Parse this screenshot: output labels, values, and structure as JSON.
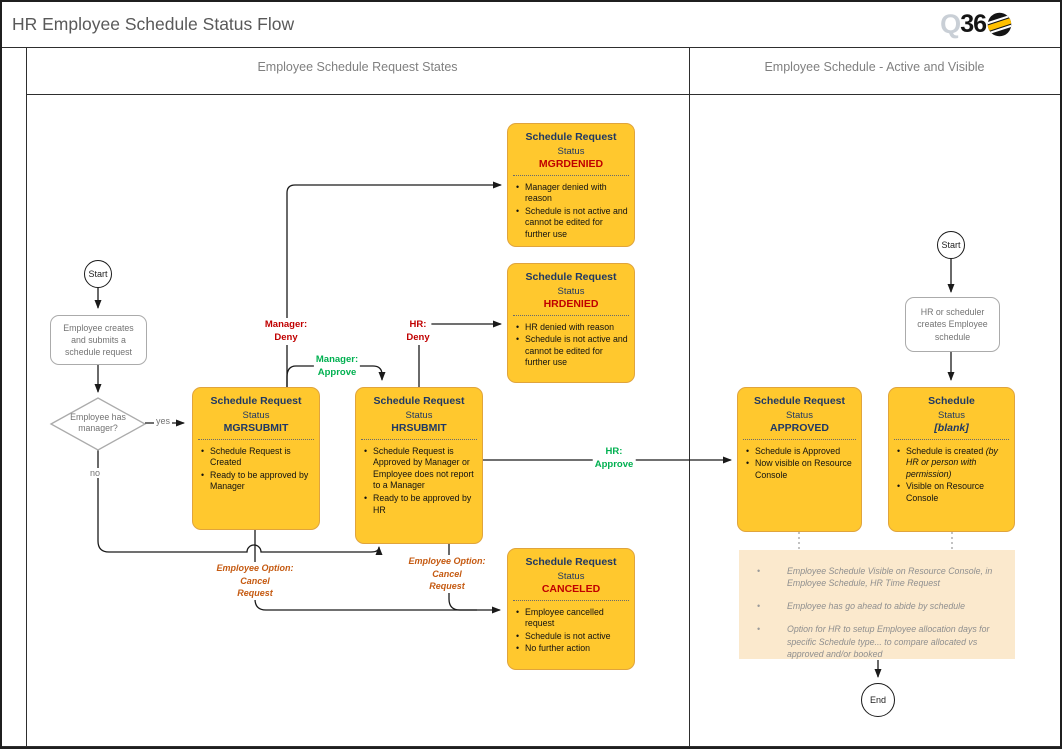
{
  "title": "HR Employee Schedule Status Flow",
  "logo": {
    "q": "Q",
    "num": "36"
  },
  "lanes": [
    {
      "label": "Employee Schedule Request States"
    },
    {
      "label": "Employee Schedule - Active and Visible"
    }
  ],
  "colors": {
    "box_fill": "#FFC82E",
    "box_border": "#E0A43C",
    "status_navy": "#1F3864",
    "status_red": "#C00000",
    "approve_green": "#00B050",
    "cancel_orange": "#C55A11",
    "note_fill": "#FBE9CD",
    "gray_text": "#737373",
    "lane_header_gray": "#808080",
    "title_gray": "#595959"
  },
  "flow": {
    "start1": "Start",
    "proc1": "Employee creates and submits a schedule request",
    "decision": {
      "line1": "Employee has",
      "line2": "manager?"
    },
    "yes": "yes",
    "no": "no",
    "start2": "Start",
    "proc2": "HR or scheduler creates Employee schedule",
    "end": "End"
  },
  "nodes": {
    "mgrdenied": {
      "title": "Schedule Request",
      "status_label": "Status",
      "status": "MGRDENIED",
      "bullets": [
        "Manager denied with reason",
        "Schedule is not active and cannot be edited for further use"
      ]
    },
    "hrdenied": {
      "title": "Schedule Request",
      "status_label": "Status",
      "status": "HRDENIED",
      "bullets": [
        "HR denied with reason",
        "Schedule is not active and cannot be edited for further use"
      ]
    },
    "mgrsubmit": {
      "title": "Schedule Request",
      "status_label": "Status",
      "status": "MGRSUBMIT",
      "bullets": [
        "Schedule Request is Created",
        "Ready to be approved by Manager"
      ]
    },
    "hrsubmit": {
      "title": "Schedule Request",
      "status_label": "Status",
      "status": "HRSUBMIT",
      "bullets": [
        "Schedule Request is Approved by Manager or Employee does not report to a Manager",
        "Ready to be approved by HR"
      ]
    },
    "canceled": {
      "title": "Schedule Request",
      "status_label": "Status",
      "status": "CANCELED",
      "bullets": [
        "Employee cancelled request",
        "Schedule is not active",
        "No further action"
      ]
    },
    "approved": {
      "title": "Schedule Request",
      "status_label": "Status",
      "status": "APPROVED",
      "bullets": [
        "Schedule is Approved",
        "Now visible on Resource Console"
      ]
    },
    "schedule": {
      "title": "Schedule",
      "status_label": "Status",
      "status": "[blank]",
      "bullet1_text": "Schedule is created ",
      "bullet1_paren": "(by HR or person with permission)",
      "bullets": [
        "Visible on Resource Console"
      ]
    }
  },
  "edges": {
    "manager_deny": [
      "Manager:",
      "Deny"
    ],
    "manager_approve": [
      "Manager:",
      "Approve"
    ],
    "hr_deny": [
      "HR:",
      "Deny"
    ],
    "hr_approve": [
      "HR:",
      "Approve"
    ],
    "cancel1": [
      "Employee Option:",
      "Cancel",
      "Request"
    ],
    "cancel2": [
      "Employee Option:",
      "Cancel",
      "Request"
    ]
  },
  "note": {
    "items": [
      "Employee Schedule Visible on Resource Console, in Employee Schedule, HR Time Request",
      "Employee has go ahead to abide by schedule",
      "Option for HR to setup Employee allocation days for specific Schedule type... to compare allocated vs approved and/or booked"
    ]
  }
}
